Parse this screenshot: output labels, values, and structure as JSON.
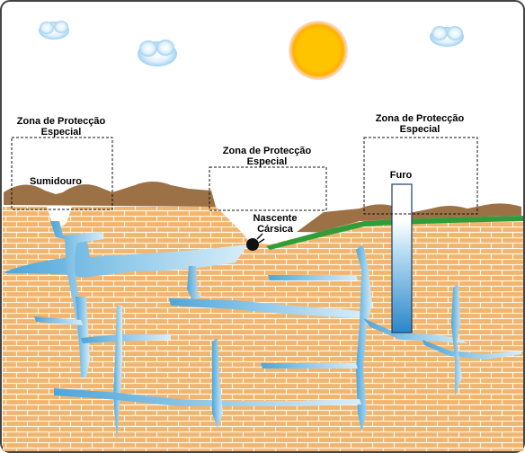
{
  "zones": [
    {
      "line1": "Zona de Protecção",
      "line2": "Especial"
    },
    {
      "line1": "Zona de Protecção",
      "line2": "Especial"
    },
    {
      "line1": "Zona de Protecção",
      "line2": "Especial"
    }
  ],
  "features": {
    "sinkhole": "Sumidouro",
    "spring_line1": "Nascente",
    "spring_line2": "Cársica",
    "borehole": "Furo"
  },
  "colors": {
    "sky": "#ffffff",
    "ground": "#f0b46e",
    "brick_line": "#fff8e8",
    "water": "#6ab4de",
    "hill": "#9d7146",
    "grass": "#2f9e3a",
    "sun": "#ffc200",
    "cloud": "#c8e6f8",
    "border": "#333333"
  }
}
